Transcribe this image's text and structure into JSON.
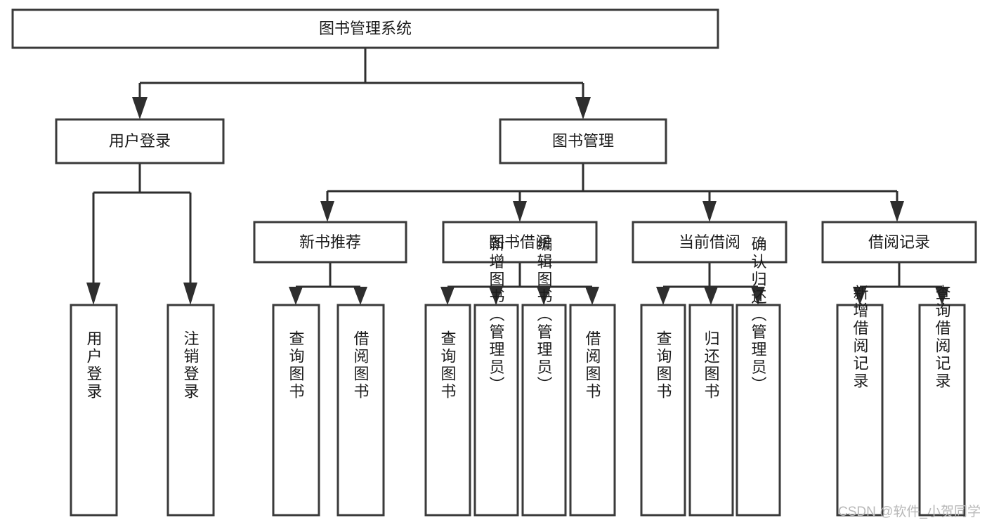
{
  "diagram": {
    "type": "tree-hierarchy-chart",
    "orientation": "top-down",
    "title_node": "图书管理系统",
    "levels": 4,
    "box_style": {
      "fill": "#ffffff",
      "stroke": "#3a3a3a",
      "text_color": "#1b1b1b"
    },
    "connector_color": "#2e2e2e"
  },
  "nodes": {
    "root": {
      "label": "图书管理系统",
      "level": 1,
      "orientation": "horizontal"
    },
    "level2": [
      {
        "id": "user-login",
        "label": "用户登录",
        "orientation": "horizontal"
      },
      {
        "id": "book-management",
        "label": "图书管理",
        "orientation": "horizontal"
      }
    ],
    "level3": [
      {
        "id": "new-book-recommend",
        "label": "新书推荐",
        "orientation": "horizontal",
        "parent": "book-management"
      },
      {
        "id": "book-borrow",
        "label": "图书借阅",
        "orientation": "horizontal",
        "parent": "book-management"
      },
      {
        "id": "current-borrow",
        "label": "当前借阅",
        "orientation": "horizontal",
        "parent": "book-management"
      },
      {
        "id": "borrow-record",
        "label": "借阅记录",
        "orientation": "horizontal",
        "parent": "book-management"
      }
    ],
    "leaves": [
      {
        "id": "leaf-user-login",
        "label": "用户登录",
        "orientation": "vertical",
        "parent": "user-login"
      },
      {
        "id": "leaf-user-logout",
        "label": "注销登录",
        "orientation": "vertical",
        "parent": "user-login"
      },
      {
        "id": "leaf-query-book-1",
        "label": "查询图书",
        "orientation": "vertical",
        "parent": "new-book-recommend"
      },
      {
        "id": "leaf-borrow-book-1",
        "label": "借阅图书",
        "orientation": "vertical",
        "parent": "new-book-recommend"
      },
      {
        "id": "leaf-query-book-2",
        "label": "查询图书",
        "orientation": "vertical",
        "parent": "book-borrow"
      },
      {
        "id": "leaf-add-book",
        "label": "新增图书（管理员）",
        "orientation": "vertical",
        "parent": "book-borrow"
      },
      {
        "id": "leaf-edit-book",
        "label": "编辑图书（管理员）",
        "orientation": "vertical",
        "parent": "book-borrow"
      },
      {
        "id": "leaf-borrow-book-2",
        "label": "借阅图书",
        "orientation": "vertical",
        "parent": "book-borrow"
      },
      {
        "id": "leaf-query-book-3",
        "label": "查询图书",
        "orientation": "vertical",
        "parent": "current-borrow"
      },
      {
        "id": "leaf-return-book",
        "label": "归还图书",
        "orientation": "vertical",
        "parent": "current-borrow"
      },
      {
        "id": "leaf-confirm-return",
        "label": "确认归还（管理员）",
        "orientation": "vertical",
        "parent": "current-borrow"
      },
      {
        "id": "leaf-add-record",
        "label": "新增借阅记录",
        "orientation": "vertical",
        "parent": "borrow-record"
      },
      {
        "id": "leaf-query-record",
        "label": "查询借阅记录",
        "orientation": "vertical",
        "parent": "borrow-record"
      }
    ]
  },
  "watermark": {
    "text": "CSDN @软件_小贺同学",
    "color": "#b8b8b8"
  }
}
